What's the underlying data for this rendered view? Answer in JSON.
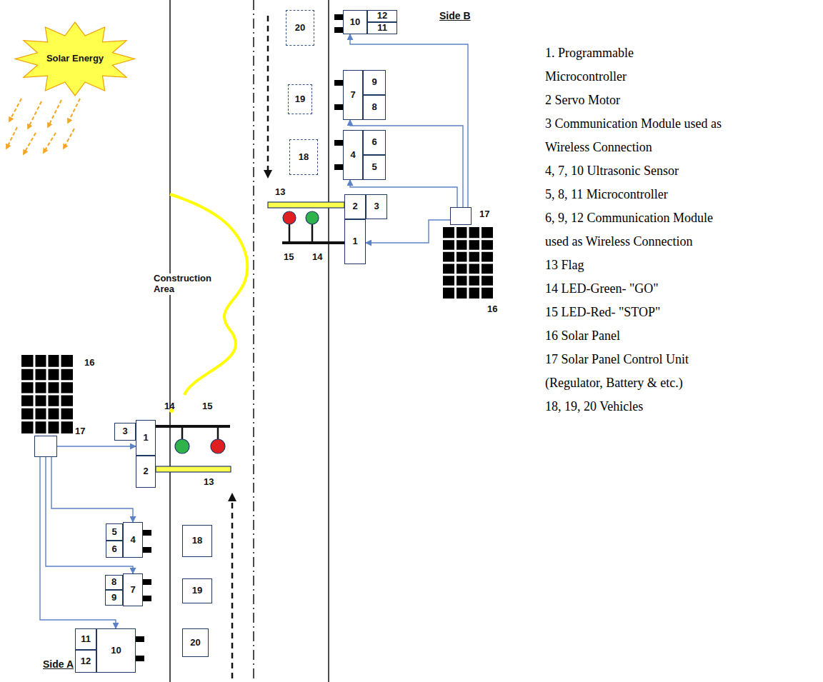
{
  "diagram": {
    "nodes": [
      {
        "text": [
          "Solar Energy"
        ]
      },
      {
        "text": [
          "20"
        ]
      },
      {
        "text": [
          "10"
        ]
      },
      {
        "text": [
          "12"
        ]
      },
      {
        "text": [
          "11"
        ]
      },
      {
        "text": [
          "19"
        ]
      },
      {
        "text": [
          "7"
        ]
      },
      {
        "text": [
          "9"
        ]
      },
      {
        "text": [
          "8"
        ]
      },
      {
        "text": [
          "18"
        ]
      },
      {
        "text": [
          "4"
        ]
      },
      {
        "text": [
          "6"
        ]
      },
      {
        "text": [
          "5"
        ]
      },
      {
        "text": [
          "2"
        ]
      },
      {
        "text": [
          "3"
        ]
      },
      {
        "text": [
          "1"
        ]
      },
      {
        "text": [
          "17"
        ]
      },
      {
        "text": [
          "16"
        ]
      },
      {
        "text": [
          "16"
        ]
      },
      {
        "text": [
          "17"
        ]
      },
      {
        "text": [
          "3"
        ]
      },
      {
        "text": [
          "1"
        ]
      },
      {
        "text": [
          "2"
        ]
      },
      {
        "text": [
          "5"
        ]
      },
      {
        "text": [
          "4"
        ]
      },
      {
        "text": [
          "6"
        ]
      },
      {
        "text": [
          "18"
        ]
      },
      {
        "text": [
          "8"
        ]
      },
      {
        "text": [
          "7"
        ]
      },
      {
        "text": [
          "9"
        ]
      },
      {
        "text": [
          "19"
        ]
      },
      {
        "text": [
          "11"
        ]
      },
      {
        "text": [
          "10"
        ]
      },
      {
        "text": [
          "12"
        ]
      },
      {
        "text": [
          "20"
        ]
      }
    ],
    "edges": [
      {
        "from": 16,
        "to": 15,
        "arrow": "to"
      },
      {
        "from": 16,
        "to": 10,
        "arrow": "to"
      },
      {
        "from": 16,
        "to": 6,
        "arrow": "to"
      },
      {
        "from": 16,
        "to": 2,
        "arrow": "to"
      },
      {
        "from": 19,
        "to": 21,
        "arrow": "to"
      },
      {
        "from": 19,
        "to": 24,
        "arrow": "to"
      },
      {
        "from": 19,
        "to": 28,
        "arrow": "to"
      },
      {
        "from": 19,
        "to": 32,
        "arrow": "to"
      }
    ],
    "labels": [
      "Construction Area",
      "Side A",
      "Side B",
      "13",
      "15",
      "14",
      "14",
      "15",
      "13",
      "1. Programmable Microcontroller",
      "2 Servo Motor",
      "3 Communication Module used as Wireless Connection",
      "4, 7, 10 Ultrasonic Sensor",
      "5, 8, 11 Microcontroller",
      "6, 9, 12 Communication Module used as Wireless Connection",
      "13 Flag",
      "14 LED-Green- \"GO\"",
      "15 LED-Red- \"STOP\"",
      "16 Solar Panel",
      "17 Solar Panel Control Unit (Regulator, Battery & etc.)",
      "18, 19, 20 Vehicles"
    ]
  }
}
